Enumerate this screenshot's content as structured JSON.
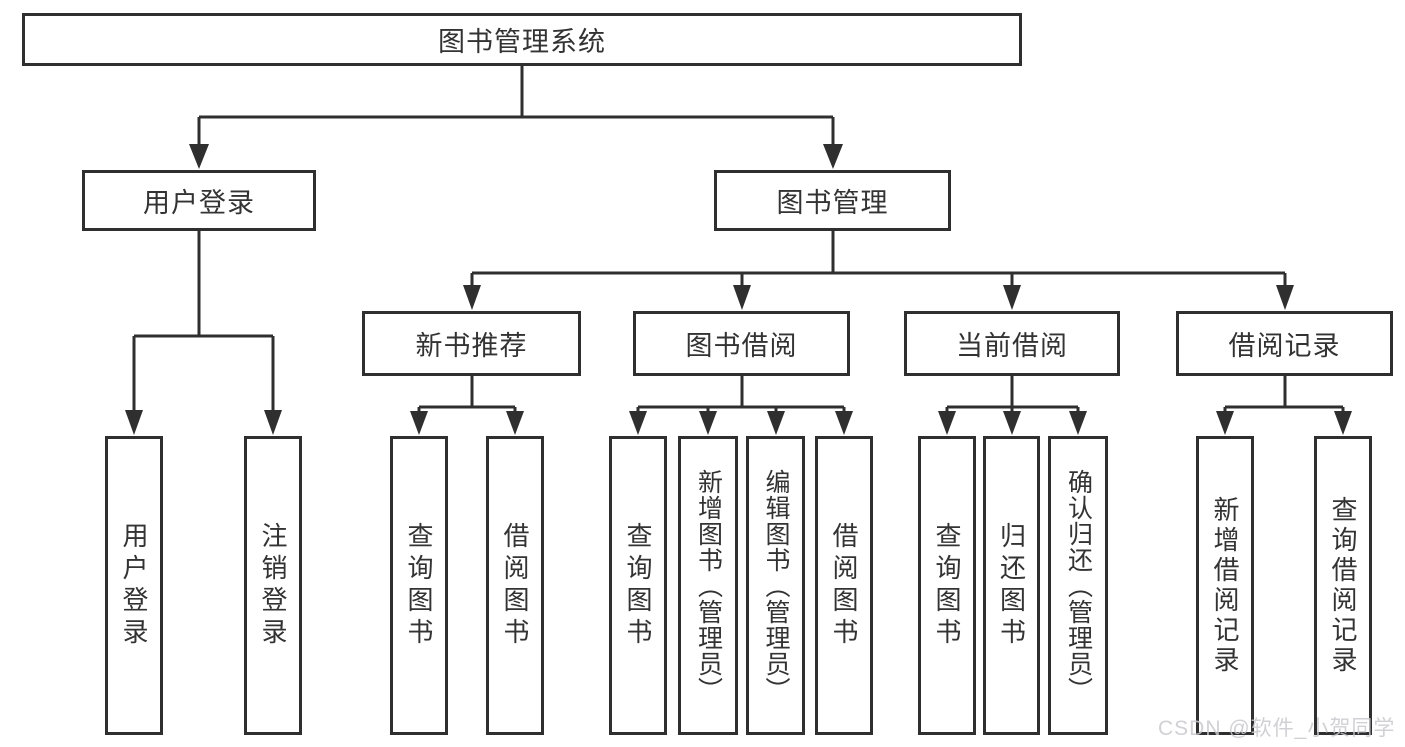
{
  "colors": {
    "line": "#2f2f2f",
    "text": "#333333",
    "background": "#ffffff",
    "watermark": "#c9c9ce"
  },
  "watermark": "CSDN @软件_小贺同学",
  "tree": {
    "root": {
      "label": "图书管理系统"
    },
    "branches": [
      {
        "label": "用户登录",
        "children": [
          {
            "label": "用户登录"
          },
          {
            "label": "注销登录"
          }
        ]
      },
      {
        "label": "图书管理",
        "children": [
          {
            "label": "新书推荐",
            "children": [
              {
                "label": "查询图书"
              },
              {
                "label": "借阅图书"
              }
            ]
          },
          {
            "label": "图书借阅",
            "children": [
              {
                "label": "查询图书"
              },
              {
                "label": "新增图书（管理员）"
              },
              {
                "label": "编辑图书（管理员）"
              },
              {
                "label": "借阅图书"
              }
            ]
          },
          {
            "label": "当前借阅",
            "children": [
              {
                "label": "查询图书"
              },
              {
                "label": "归还图书"
              },
              {
                "label": "确认归还（管理员）"
              }
            ]
          },
          {
            "label": "借阅记录",
            "children": [
              {
                "label": "新增借阅记录"
              },
              {
                "label": "查询借阅记录"
              }
            ]
          }
        ]
      }
    ]
  }
}
